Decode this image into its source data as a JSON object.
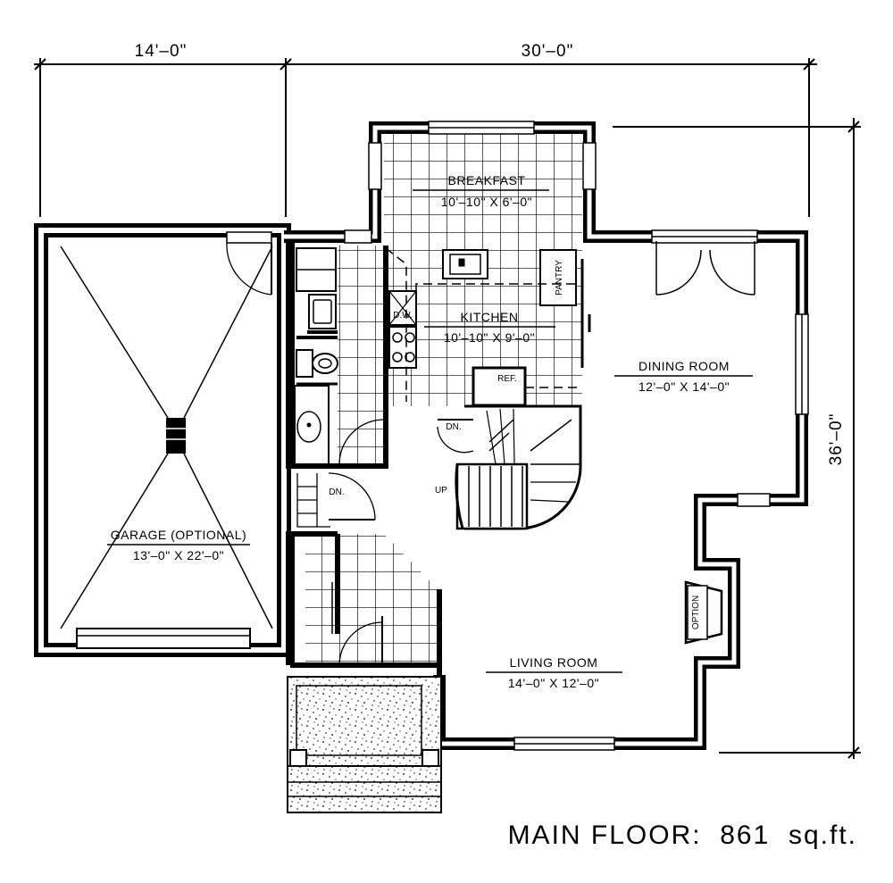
{
  "dimensions": {
    "top_left": "14'–0\"",
    "top_right": "30'–0\"",
    "right": "36'–0\""
  },
  "rooms": {
    "breakfast": {
      "name": "BREAKFAST",
      "size": "10'–10\" X 6'–0\""
    },
    "kitchen": {
      "name": "KITCHEN",
      "size": "10'–10\" X 9'–0\""
    },
    "dining": {
      "name": "DINING ROOM",
      "size": "12'–0\" X 14'–0\""
    },
    "garage": {
      "name": "GARAGE (OPTIONAL)",
      "size": "13'–0\" X 22'–0\""
    },
    "living": {
      "name": "LIVING ROOM",
      "size": "14'–0\" X 12'–0\""
    }
  },
  "fixtures": {
    "pantry": "PANTRY",
    "dishwasher": "D.W.",
    "ref": "REF.",
    "option": "OPTION"
  },
  "stairs": {
    "down_upper": "DN.",
    "down_lower": "DN.",
    "up": "UP"
  },
  "footer": {
    "title": "MAIN FLOOR:  861  sq.ft."
  }
}
